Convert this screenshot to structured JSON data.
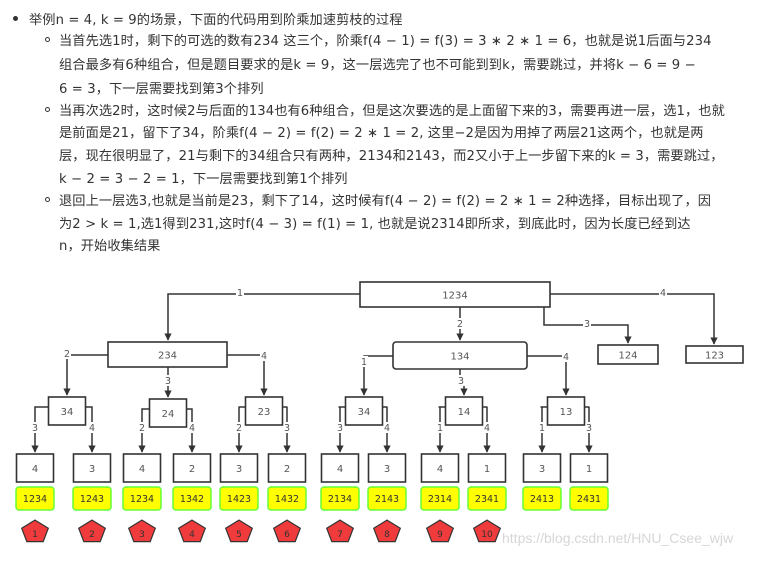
{
  "text": {
    "intro": "举例n = 4, k = 9的场景，下面的代码用到阶乘加速剪枝的过程",
    "items": [
      {
        "lines": [
          "当首先选1时，剩下的可选的数有234 这三个，阶乘f(4 − 1) = f(3) = 3 ∗ 2 ∗ 1 = 6，也就是说1后面与234",
          "组合最多有6种组合，但是题目要求的是k = 9，这一层选完了也不可能到到k，需要跳过，并将k − 6 = 9 −",
          "6 = 3，下一层需要找到第3个排列"
        ]
      },
      {
        "lines": [
          "当再次选2时，这时候2与后面的134也有6种组合，但是这次要选的是上面留下来的3，需要再进一层，选1，也就",
          "是前面是21，留下了34，阶乘f(4 − 2) = f(2) = 2 ∗ 1 = 2, 这里−2是因为用掉了两层21这两个，也就是两",
          "层，现在很明显了，21与剩下的34组合只有两种，2134和2143，而2又小于上一步留下来的k = 3，需要跳过，",
          "k − 2 = 3 − 2 = 1，下一层需要找到第1个排列"
        ]
      },
      {
        "lines": [
          "退回上一层选3,也就是当前是23，剩下了14，这时候有f(4 − 2) = f(2) = 2 ∗ 1 = 2种选择，目标出现了，因",
          "为2 > k = 1,选1得到231,这时f(4 − 3) = f(1) = 1, 也就是说2314即所求，到底此时，因为长度已经到达",
          "n，开始收集结果"
        ]
      }
    ]
  },
  "diagram": {
    "root": "1234",
    "level1": [
      {
        "label": "234",
        "edge": "1"
      },
      {
        "label": "134",
        "edge": "2"
      },
      {
        "label": "124",
        "edge": "3"
      },
      {
        "label": "123",
        "edge": "4"
      }
    ],
    "level2": [
      {
        "label": "34",
        "edge": "2"
      },
      {
        "label": "24",
        "edge": "3"
      },
      {
        "label": "23",
        "edge": "4"
      },
      {
        "label": "34",
        "edge": "1"
      },
      {
        "label": "14",
        "edge": "3"
      },
      {
        "label": "13",
        "edge": "4"
      }
    ],
    "leaves": [
      {
        "label": "4",
        "edge": "3",
        "result": "1234"
      },
      {
        "label": "3",
        "edge": "4",
        "result": "1243"
      },
      {
        "label": "4",
        "edge": "2",
        "result": "1234"
      },
      {
        "label": "2",
        "edge": "4",
        "result": "1342"
      },
      {
        "label": "3",
        "edge": "2",
        "result": "1423"
      },
      {
        "label": "2",
        "edge": "3",
        "result": "1432"
      },
      {
        "label": "4",
        "edge": "3",
        "result": "2134"
      },
      {
        "label": "3",
        "edge": "4",
        "result": "2143"
      },
      {
        "label": "4",
        "edge": "1",
        "result": "2314"
      },
      {
        "label": "1",
        "edge": "4",
        "result": "2341"
      },
      {
        "label": "3",
        "edge": "1",
        "result": "2413"
      },
      {
        "label": "1",
        "edge": "3",
        "result": "2431"
      }
    ],
    "order_markers": [
      "1",
      "2",
      "3",
      "4",
      "5",
      "6",
      "7",
      "8",
      "9",
      "10"
    ],
    "colors": {
      "box_stroke": "#333333",
      "result_fill": "#ffff00",
      "result_stroke": "#66ff33",
      "marker_fill": "#ef3b3b",
      "marker_stroke": "#333333"
    }
  },
  "watermark": "https://blog.csdn.net/HNU_Csee_wjw"
}
